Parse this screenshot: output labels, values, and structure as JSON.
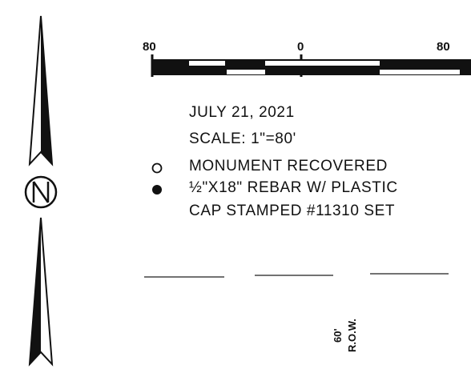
{
  "scale_bar": {
    "labels": {
      "left": "80",
      "center": "0",
      "right": "80"
    }
  },
  "legend": {
    "date": "JULY 21, 2021",
    "scale": "SCALE: 1\"=80'",
    "monument_text": "MONUMENT RECOVERED",
    "rebar_line1": "½\"X18\" REBAR W/ PLASTIC",
    "rebar_line2": "CAP STAMPED #11310 SET"
  },
  "row": {
    "width": "60'",
    "label": "R.O.W."
  },
  "icons": {
    "north_arrow": "north-arrow-icon",
    "monument": "open-circle-icon",
    "rebar": "filled-circle-icon"
  },
  "colors": {
    "ink": "#111111",
    "paper": "#ffffff"
  }
}
